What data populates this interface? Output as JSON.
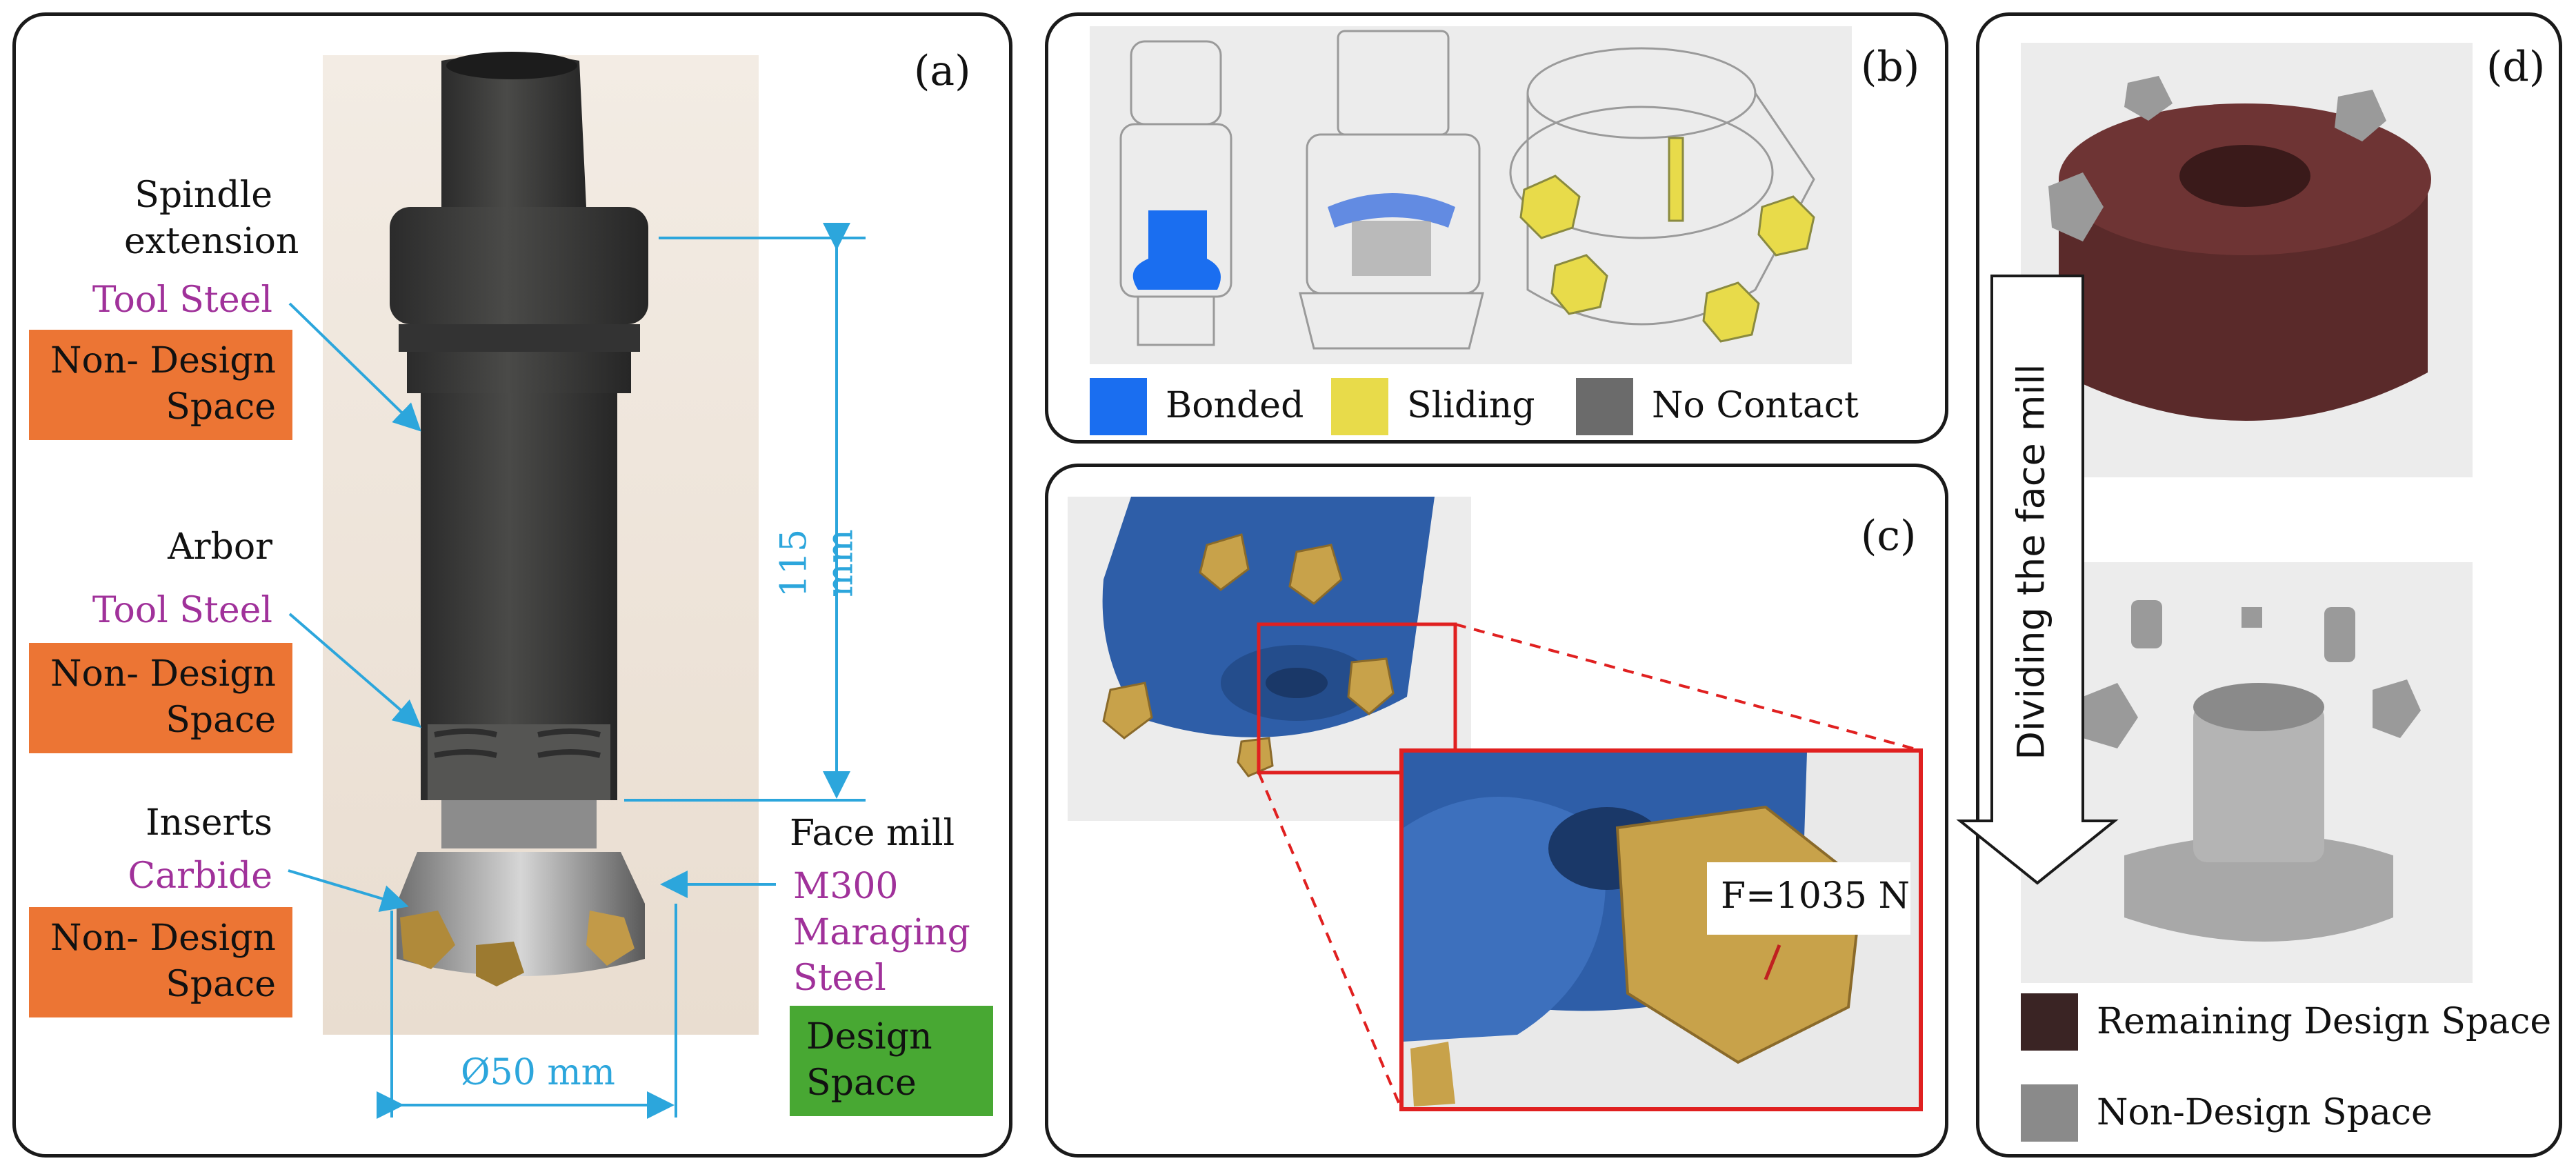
{
  "panel_a": {
    "label": "(a)",
    "spindle_title_1": "Spindle",
    "spindle_title_2": "extension",
    "spindle_material": "Tool Steel",
    "spindle_box_1": "Non- Design",
    "spindle_box_2": "Space",
    "arbor_title": "Arbor",
    "arbor_material": "Tool Steel",
    "arbor_box_1": "Non- Design",
    "arbor_box_2": "Space",
    "inserts_title": "Inserts",
    "inserts_material": "Carbide",
    "inserts_box_1": "Non- Design",
    "inserts_box_2": "Space",
    "facemill_title": "Face mill",
    "facemill_material_1": "M300",
    "facemill_material_2": "Maraging",
    "facemill_material_3": "Steel",
    "facemill_box_1": "Design",
    "facemill_box_2": "Space",
    "dim_height": "115 mm",
    "dim_diameter": "Ø50 mm"
  },
  "panel_b": {
    "label": "(b)",
    "legend": [
      {
        "label": "Bonded",
        "color": "#1a6ef0"
      },
      {
        "label": "Sliding",
        "color": "#e8db4a"
      },
      {
        "label": "No Contact",
        "color": "#6b6b6b"
      }
    ]
  },
  "panel_c": {
    "label": "(c)",
    "force_label": "F=1035 N"
  },
  "panel_d": {
    "label": "(d)",
    "arrow_text": "Dividing  the  face mill",
    "legend": [
      {
        "label": "Remaining Design Space",
        "color": "#3a2424"
      },
      {
        "label": "Non-Design Space",
        "color": "#8a8a8a"
      }
    ]
  },
  "colors": {
    "dimension": "#2ca6dc",
    "annotation_material": "#a0319a",
    "non_design_box": "#ec7534",
    "design_box": "#48a833",
    "zoom_frame": "#e02020"
  }
}
